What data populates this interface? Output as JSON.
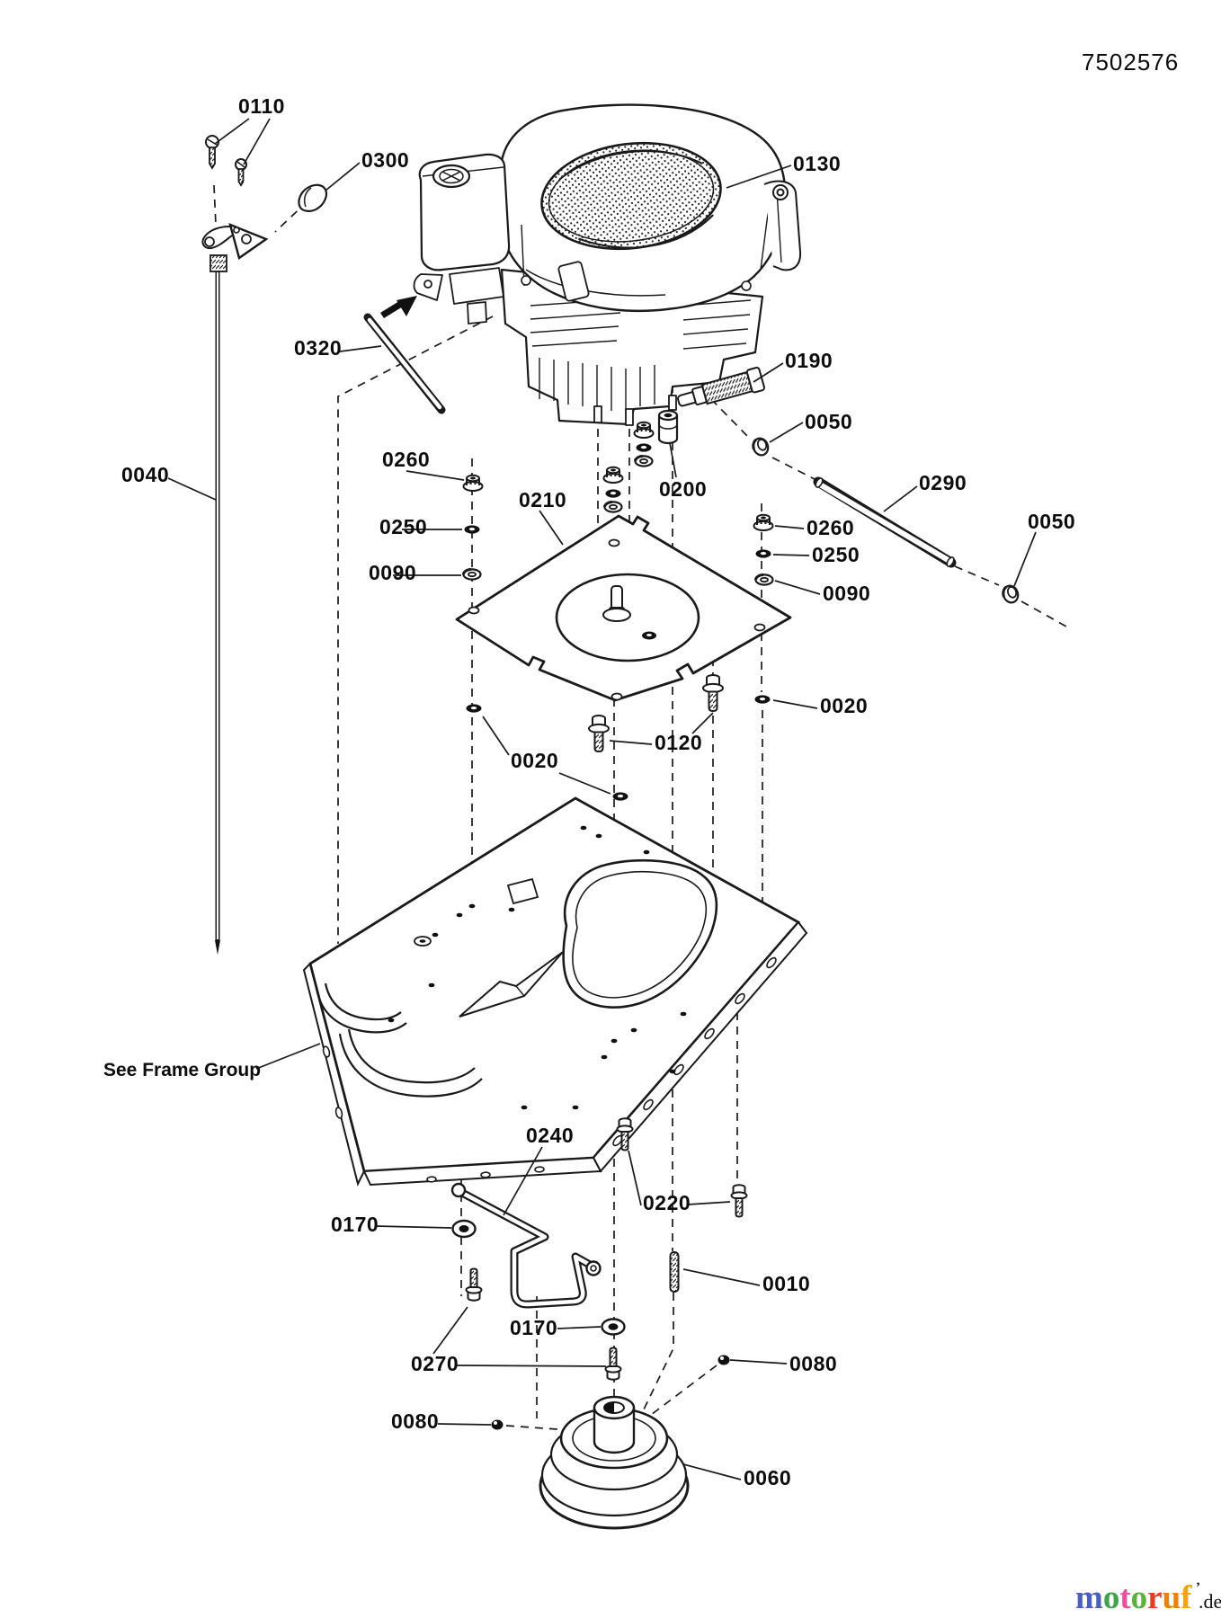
{
  "page": {
    "background": "#ffffff",
    "line_color": "#1a1a1a"
  },
  "header": {
    "part_number": "7502576"
  },
  "diagram": {
    "note": "See Frame Group",
    "callouts": {
      "c0110": "0110",
      "c0300": "0300",
      "c0130": "0130",
      "c0320": "0320",
      "c0040": "0040",
      "c0190": "0190",
      "c0050_a": "0050",
      "c0200": "0200",
      "c0290": "0290",
      "c0050_b": "0050",
      "c0260_left": "0260",
      "c0210": "0210",
      "c0250_left": "0250",
      "c0260_right": "0260",
      "c0250_right": "0250",
      "c0090_left": "0090",
      "c0090_right": "0090",
      "c0020_right": "0020",
      "c0120": "0120",
      "c0020_left": "0020",
      "c0240": "0240",
      "c0220": "0220",
      "c0170_upper": "0170",
      "c0010": "0010",
      "c0170_lower": "0170",
      "c0270": "0270",
      "c0080_right": "0080",
      "c0080_left": "0080",
      "c0060": "0060"
    }
  },
  "watermark": {
    "letters": [
      {
        "ch": "m",
        "color": "#4a5fc1"
      },
      {
        "ch": "o",
        "color": "#3fa34a"
      },
      {
        "ch": "t",
        "color": "#ea4f9e"
      },
      {
        "ch": "o",
        "color": "#5bb23a"
      },
      {
        "ch": "r",
        "color": "#e73c22"
      },
      {
        "ch": "u",
        "color": "#f08108"
      },
      {
        "ch": "f",
        "color": "#f6a309"
      }
    ],
    "tick": "’",
    "suffix": ".de",
    "suffix_color": "#4f4f4f",
    "tick_color": "#999999"
  }
}
